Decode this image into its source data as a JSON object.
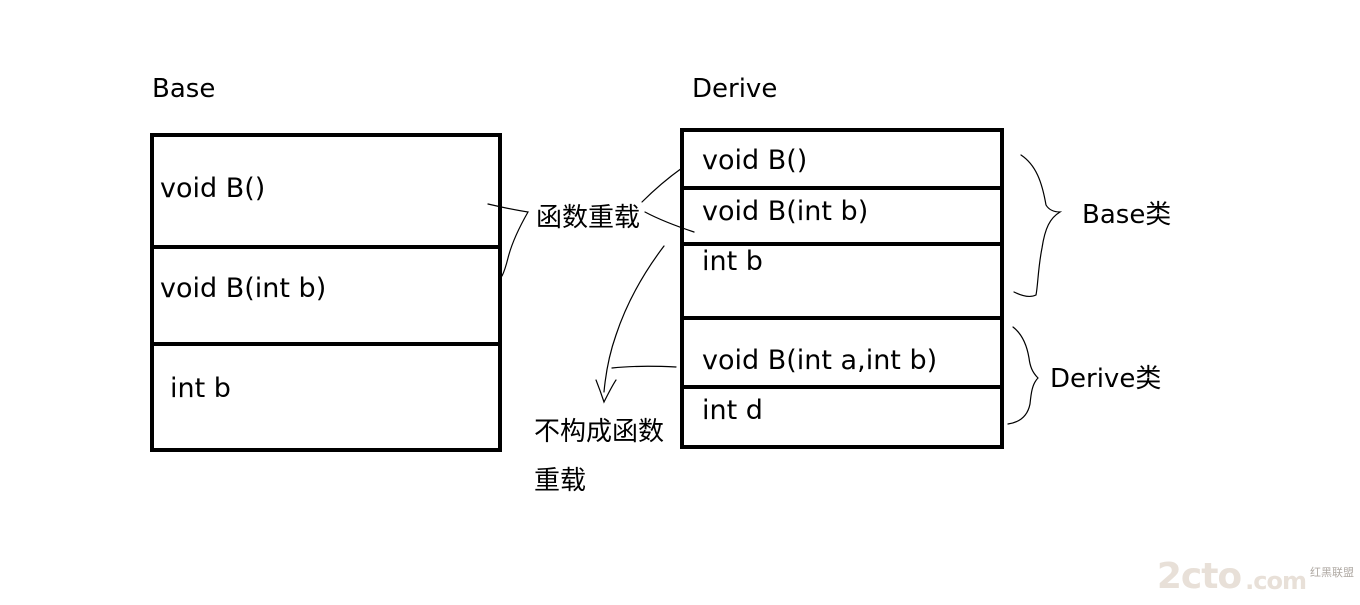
{
  "base": {
    "title": "Base",
    "rows": [
      "void B()",
      "void B(int b)",
      "int b"
    ]
  },
  "derive": {
    "title": "Derive",
    "rows": [
      "void B()",
      "void B(int b)",
      "int b",
      "void B(int a,int b)",
      "int d"
    ]
  },
  "annotations": {
    "overload": "函数重载",
    "not_overload_line1": "不构成函数",
    "not_overload_line2": "重载",
    "base_class": "Base类",
    "derive_class": "Derive类"
  },
  "watermark": {
    "logo": "2cto",
    "suffix": ".com",
    "tagline": "红黑联盟"
  }
}
